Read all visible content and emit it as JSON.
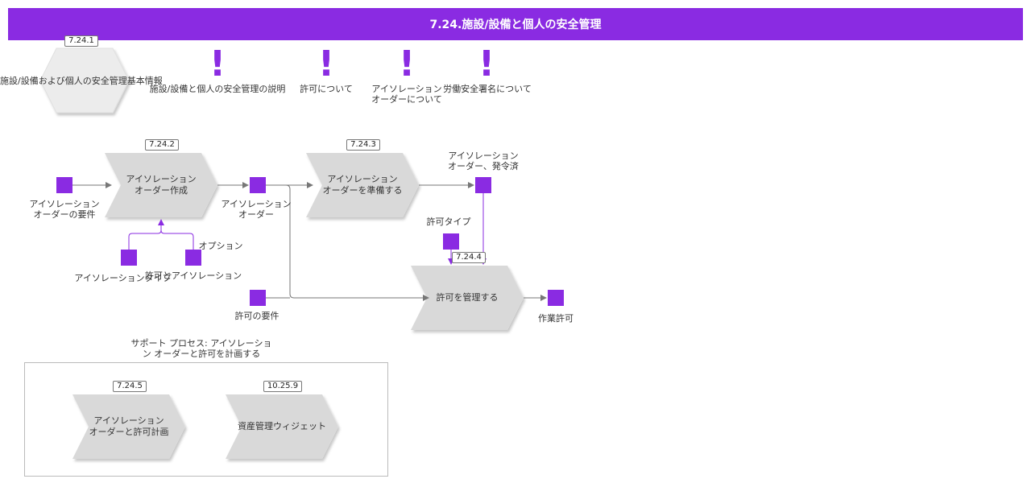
{
  "header": {
    "title": "7.24.施設/設備と個人の安全管理"
  },
  "colors": {
    "accent": "#8a2be2",
    "process_fill": "#d9d9d9",
    "connector": "#777777",
    "connector_accent": "#8a2be2"
  },
  "top": {
    "hex": {
      "tag": "7.24.1",
      "label": "施設/設備および個人の安全管理基本情報"
    },
    "notes": [
      {
        "glyph": "!",
        "label": "施設/設備と個人の安全管理の説明"
      },
      {
        "glyph": "!",
        "label": "許可について"
      },
      {
        "glyph": "!",
        "label_line1": "アイソレーション",
        "label_line2": "オーダーについて"
      },
      {
        "glyph": "!",
        "label": "労働安全署名について"
      }
    ]
  },
  "processes": {
    "p2": {
      "tag": "7.24.2",
      "line1": "アイソレーション",
      "line2": "オーダー作成"
    },
    "p3": {
      "tag": "7.24.3",
      "line1": "アイソレーション",
      "line2": "オーダーを準備する"
    },
    "p4": {
      "tag": "7.24.4",
      "line1": "許可を管理する"
    },
    "p5": {
      "tag": "7.24.5",
      "line1": "アイソレーション",
      "line2": "オーダーと許可計画"
    },
    "p6": {
      "tag": "10.25.9",
      "line1": "資産管理ウィジェット"
    }
  },
  "nodes": {
    "req": {
      "line1": "アイソレーション",
      "line2": "オーダーの要件"
    },
    "order": {
      "line1": "アイソレーション",
      "line2": "オーダー"
    },
    "issued": {
      "line1": "アイソレーション",
      "line2": "オーダー、発令済"
    },
    "option": {
      "label": "オプション"
    },
    "iso_type": {
      "label": "アイソレーションタイプ"
    },
    "permit_iso": {
      "label": "許可とアイソレーション"
    },
    "permit_type": {
      "label": "許可タイプ"
    },
    "permit_req": {
      "label": "許可の要件"
    },
    "work_permit": {
      "label": "作業許可"
    }
  },
  "support": {
    "line1": "サポート プロセス: アイソレーショ",
    "line2": "ン オーダーと許可を計画する"
  }
}
